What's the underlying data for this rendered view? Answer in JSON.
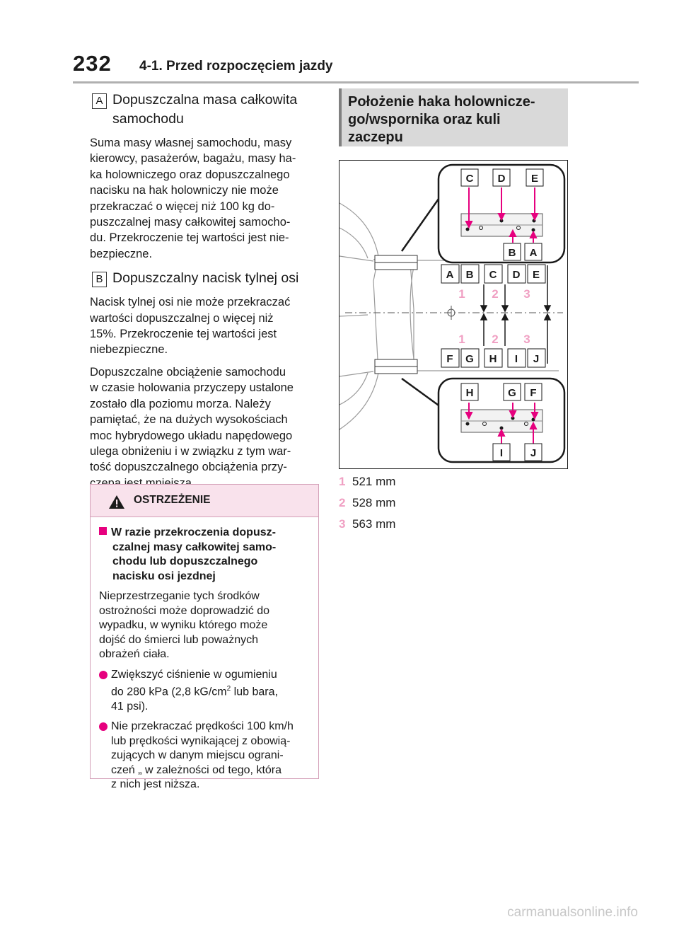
{
  "header": {
    "page_number": "232",
    "title": "4-1. Przed rozpoczęciem jazdy"
  },
  "left": {
    "item_a": {
      "label": "A",
      "title_line1": "Dopuszczalna masa całkowita",
      "title_line2": "samochodu",
      "lines": [
        "Suma masy własnej samochodu, masy",
        "kierowcy, pasażerów, bagażu, masy ha-",
        "ka holowniczego oraz dopuszczalnego",
        "nacisku na hak holowniczy nie może",
        "przekraczać o więcej niż 100 kg do-",
        "puszczalnej masy całkowitej samocho-",
        "du. Przekroczenie tej wartości jest nie-",
        "bezpieczne."
      ]
    },
    "item_b": {
      "label": "B",
      "title": "Dopuszczalny nacisk tylnej osi",
      "lines": [
        "Nacisk tylnej osi nie może przekraczać",
        "wartości dopuszczalnej o więcej niż",
        "15%. Przekroczenie tej wartości jest",
        "niebezpieczne."
      ]
    },
    "para2_lines": [
      "Dopuszczalne obciążenie samochodu",
      "w czasie holowania przyczepy ustalone",
      "zostało dla poziomu morza. Należy",
      "pamiętać, że na dużych wysokościach",
      "moc hybrydowego układu napędowego",
      "ulega obniżeniu i w związku z tym war-",
      "tość dopuszczalnego obciążenia przy-",
      "czepą jest mniejsza."
    ]
  },
  "warning": {
    "title": "OSTRZEŻENIE",
    "heading_lines": [
      "W razie przekroczenia dopusz-",
      "czalnej masy całkowitej samo-",
      "chodu lub dopuszczalnego",
      "nacisku osi jezdnej"
    ],
    "text_lines": [
      "Nieprzestrzeganie tych środków",
      "ostrożności może doprowadzić do",
      "wypadku, w wyniku którego może",
      "dojść do śmierci lub poważnych",
      "obrażeń ciała."
    ],
    "bullet1": {
      "line1": "Zwiększyć ciśnienie w ogumieniu",
      "line2_pre": "do 280 kPa (2,8 kG/cm",
      "sup": "2",
      "line2_post": " lub bara,",
      "line3": "41 psi)."
    },
    "bullet2_lines": [
      "Nie przekraczać prędkości 100 km/h",
      "lub prędkości wynikającej z obowią-",
      "zujących w danym miejscu ograni-",
      "czeń „ w zależności od tego, która",
      "z nich jest niższa."
    ]
  },
  "section": {
    "title_lines": [
      "Położenie haka holownicze-",
      "go/wspornika oraz kuli",
      "zaczepu"
    ]
  },
  "figure": {
    "top_labels": [
      "C",
      "D",
      "E"
    ],
    "top_bottom_labels": [
      "B",
      "A"
    ],
    "mid_top_labels": [
      "A",
      "B",
      "C",
      "D",
      "E"
    ],
    "mid_bottom_labels": [
      "F",
      "G",
      "H",
      "I",
      "J"
    ],
    "dim_numbers": [
      "1",
      "2",
      "3"
    ],
    "bottom_top_labels": [
      "H",
      "G",
      "F"
    ],
    "bottom_bottom_labels": [
      "I",
      "J"
    ]
  },
  "measurements": [
    {
      "num": "1",
      "value": "521 mm"
    },
    {
      "num": "2",
      "value": "528 mm"
    },
    {
      "num": "3",
      "value": "563 mm"
    }
  ],
  "colors": {
    "accent": "#e6007e",
    "accent_light": "#f0a0c3",
    "warning_bg": "#f9e2ec",
    "section_bg": "#d9d9d9"
  },
  "watermark": "carmanualsonline.info"
}
